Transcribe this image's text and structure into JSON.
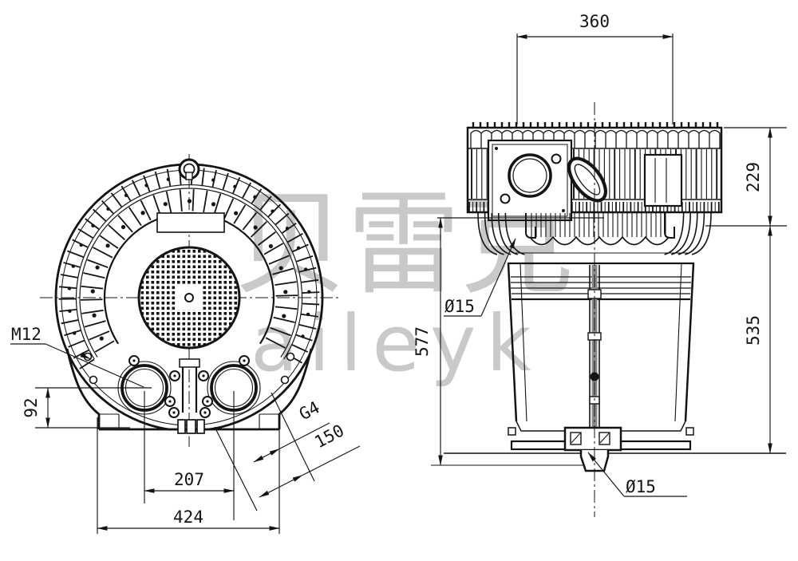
{
  "watermark": {
    "cjk": "贝雷克",
    "latin": "aileyk"
  },
  "dims": {
    "top_width": "360",
    "fan_housing_height": "229",
    "body_height": "535",
    "total_height": "577",
    "flange_hole": "Ø15",
    "foot_hole": "Ø15",
    "eyebolt_thread": "M12",
    "port_center_to_base": "92",
    "port_spacing": "207",
    "overall_width": "424",
    "port_thread": "G4",
    "port_pitch": "150"
  }
}
